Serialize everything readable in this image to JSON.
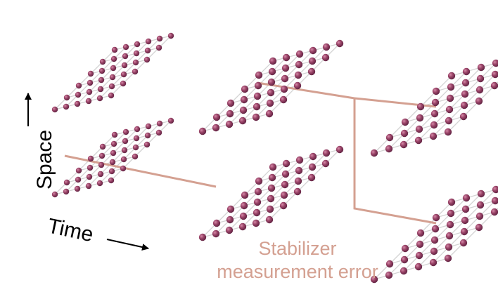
{
  "labels": {
    "space": "Space",
    "time": "Time",
    "caption_line1": "Stabilizer",
    "caption_line2": "measurement error"
  },
  "colors": {
    "node": "#8c3a5c",
    "node_highlight": "#c87b99",
    "bond": "#d4d4d4",
    "error_path": "#d4a091",
    "text": "#000000"
  }
}
